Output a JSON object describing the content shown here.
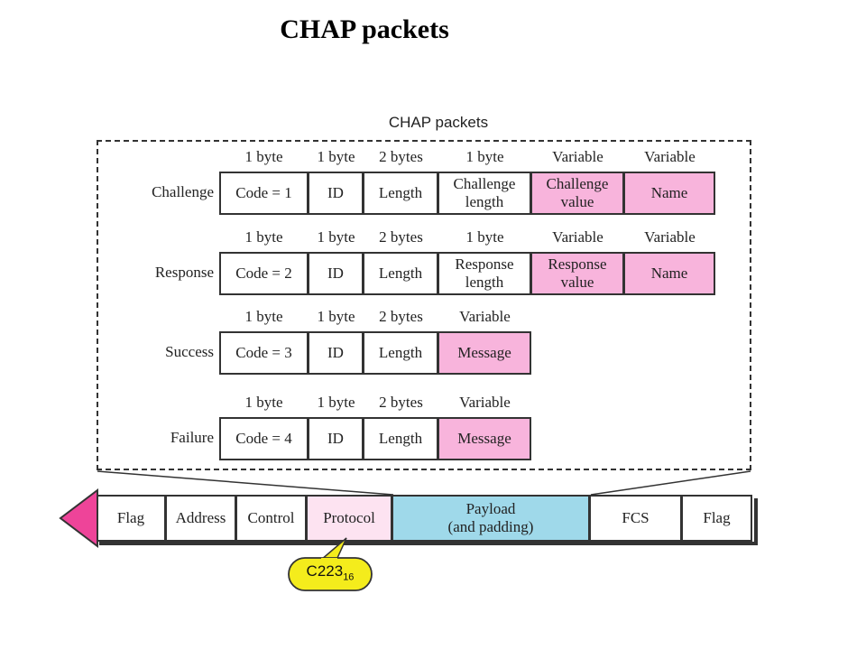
{
  "title": "CHAP packets",
  "frame_title": "CHAP packets",
  "rows": [
    {
      "label": "Challenge",
      "sizes": [
        "1 byte",
        "1 byte",
        "2 bytes",
        "1 byte",
        "Variable",
        "Variable"
      ],
      "fields": [
        {
          "line1": "Code = 1",
          "line2": ""
        },
        {
          "line1": "ID",
          "line2": ""
        },
        {
          "line1": "Length",
          "line2": ""
        },
        {
          "line1": "Challenge",
          "line2": "length"
        },
        {
          "line1": "Challenge",
          "line2": "value"
        },
        {
          "line1": "Name",
          "line2": ""
        }
      ]
    },
    {
      "label": "Response",
      "sizes": [
        "1 byte",
        "1 byte",
        "2 bytes",
        "1 byte",
        "Variable",
        "Variable"
      ],
      "fields": [
        {
          "line1": "Code = 2",
          "line2": ""
        },
        {
          "line1": "ID",
          "line2": ""
        },
        {
          "line1": "Length",
          "line2": ""
        },
        {
          "line1": "Response",
          "line2": "length"
        },
        {
          "line1": "Response",
          "line2": "value"
        },
        {
          "line1": "Name",
          "line2": ""
        }
      ]
    },
    {
      "label": "Success",
      "sizes": [
        "1 byte",
        "1 byte",
        "2 bytes",
        "Variable"
      ],
      "fields": [
        {
          "line1": "Code = 3",
          "line2": ""
        },
        {
          "line1": "ID",
          "line2": ""
        },
        {
          "line1": "Length",
          "line2": ""
        },
        {
          "line1": "Message",
          "line2": ""
        }
      ]
    },
    {
      "label": "Failure",
      "sizes": [
        "1 byte",
        "1 byte",
        "2 bytes",
        "Variable"
      ],
      "fields": [
        {
          "line1": "Code = 4",
          "line2": ""
        },
        {
          "line1": "ID",
          "line2": ""
        },
        {
          "line1": "Length",
          "line2": ""
        },
        {
          "line1": "Message",
          "line2": ""
        }
      ]
    }
  ],
  "ppp_frame": [
    {
      "line1": "Flag",
      "line2": ""
    },
    {
      "line1": "Address",
      "line2": ""
    },
    {
      "line1": "Control",
      "line2": ""
    },
    {
      "line1": "Protocol",
      "line2": ""
    },
    {
      "line1": "Payload",
      "line2": "(and padding)"
    },
    {
      "line1": "FCS",
      "line2": ""
    },
    {
      "line1": "Flag",
      "line2": ""
    }
  ],
  "callout": {
    "value": "C223",
    "subscript": "16"
  },
  "colors": {
    "variable_field": "#f8b4dc",
    "protocol_field": "#fde3f1",
    "payload_field": "#9fd9ea",
    "arrow": "#ee4499",
    "callout": "#f4ec1c"
  }
}
